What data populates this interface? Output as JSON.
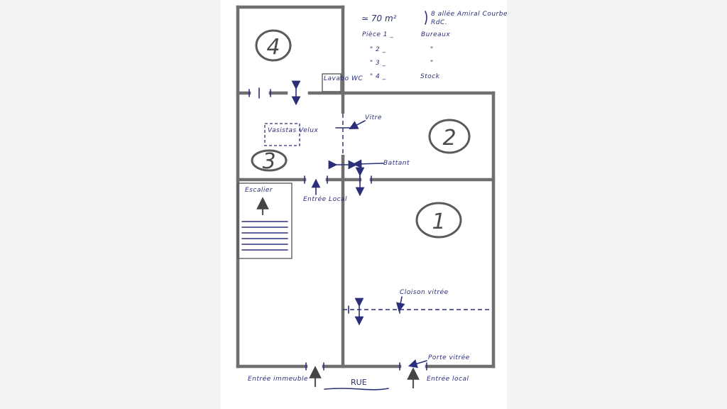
{
  "header": {
    "area": "≃ 70 m²",
    "address": "8 allée Amiral Courbet",
    "level": "RdC."
  },
  "legend": [
    {
      "num": "Pièce 1 _",
      "use": "Bureaux"
    },
    {
      "num": "\" 2 _",
      "use": "\""
    },
    {
      "num": "\" 3 _",
      "use": "\""
    },
    {
      "num": "\" 4 _",
      "use": "Stock"
    }
  ],
  "rooms": {
    "r1": "1",
    "r2": "2",
    "r3": "3",
    "r4": "4"
  },
  "labels": {
    "lavabo_wc": "Lavabo WC",
    "vitre": "Vitre",
    "vasistas_velux": "Vasistas Velux",
    "battant": "Battant",
    "escalier": "Escalier",
    "entree_local_inner": "Entrée Local",
    "cloison_vitree": "Cloison vitrée",
    "porte_vitree": "Porte vitrée",
    "entree_immeuble": "Entrée immeuble",
    "rue": "RUE",
    "entree_local_street": "Entrée local"
  }
}
